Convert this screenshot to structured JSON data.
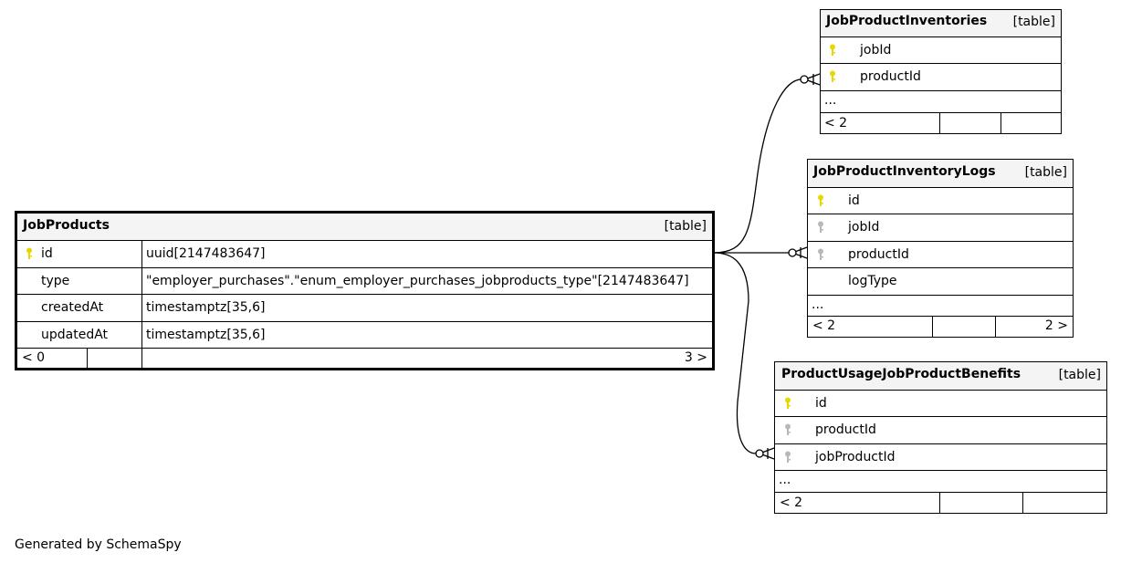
{
  "tables": {
    "job_products": {
      "name": "JobProducts",
      "kind": "[table]",
      "rows": [
        {
          "column": "id",
          "type": "uuid[2147483647]"
        },
        {
          "column": "type",
          "type": "\"employer_purchases\".\"enum_employer_purchases_jobproducts_type\"[2147483647]"
        },
        {
          "column": "createdAt",
          "type": "timestamptz[35,6]"
        },
        {
          "column": "updatedAt",
          "type": "timestamptz[35,6]"
        }
      ],
      "footer_left": "< 0",
      "footer_right": "3 >"
    },
    "inventories": {
      "name": "JobProductInventories",
      "kind": "[table]",
      "rows": [
        "jobId",
        "productId"
      ],
      "more": "...",
      "footer_left": "< 2"
    },
    "inventory_logs": {
      "name": "JobProductInventoryLogs",
      "kind": "[table]",
      "rows": [
        "id",
        "jobId",
        "productId",
        "logType"
      ],
      "more": "...",
      "footer_left": "< 2",
      "footer_right": "2 >"
    },
    "usage_benefits": {
      "name": "ProductUsageJobProductBenefits",
      "kind": "[table]",
      "rows": [
        "id",
        "productId",
        "jobProductId"
      ],
      "more": "...",
      "footer_left": "< 2"
    }
  },
  "colors": {
    "primary_key": "#e6d800",
    "foreign_key": "#b8b8b8",
    "header_bg": "#f4f4f4"
  },
  "footer": "Generated by SchemaSpy"
}
